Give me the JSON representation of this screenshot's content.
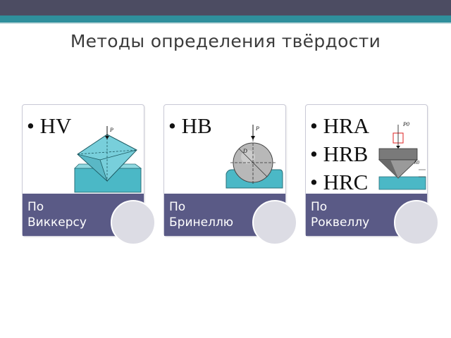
{
  "slide": {
    "title": "Методы определения твёрдости"
  },
  "cards": [
    {
      "bullets": [
        "• HV"
      ],
      "line1": "По",
      "line2": "Виккерсу",
      "drawing_labels": [
        "P"
      ]
    },
    {
      "bullets": [
        "• HB"
      ],
      "line1": "По",
      "line2": "Бринеллю",
      "drawing_labels": [
        "P",
        "D"
      ]
    },
    {
      "bullets": [
        "• HRA",
        "• HRB",
        "• HRC"
      ],
      "line1": "По",
      "line2": "Роквеллу",
      "drawing_labels": [
        "P0",
        "h0"
      ]
    }
  ],
  "colors": {
    "header_dark": "#4c4c62",
    "header_accent": "#2f8f9c",
    "band": "#5a5a86",
    "circle": "#dcdce4",
    "metal": "#4bb8c6"
  }
}
